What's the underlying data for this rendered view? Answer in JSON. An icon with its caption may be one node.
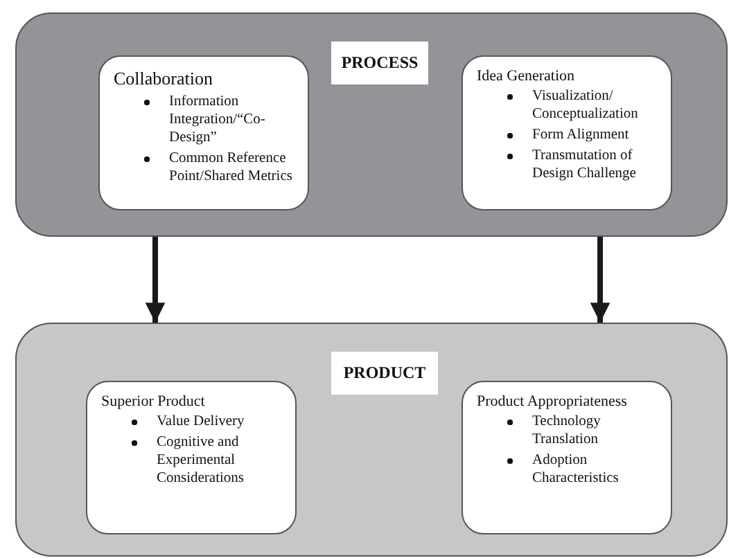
{
  "diagram": {
    "nodes": [
      {
        "text": [
          "PROCESS"
        ]
      },
      {
        "text": [
          "Collaboration",
          "Information Integration/“Co-Design”",
          "Common Reference Point/Shared Metrics"
        ],
        "in": 0
      },
      {
        "text": [
          "Idea Generation",
          "Visualization/ Conceptualization",
          "Form Alignment",
          "Transmutation of Design Challenge"
        ],
        "in": 0
      },
      {
        "text": [
          "PRODUCT"
        ]
      },
      {
        "text": [
          "Superior Product",
          "Value Delivery",
          "Cognitive and Experimental Considerations"
        ],
        "in": 3
      },
      {
        "text": [
          "Product Appropriateness",
          "Technology Translation",
          "Adoption Characteristics"
        ],
        "in": 3
      }
    ],
    "edges": [
      {
        "from": 0,
        "to": 3,
        "arrow": "to"
      },
      {
        "from": 0,
        "to": 3,
        "arrow": "to"
      }
    ]
  }
}
